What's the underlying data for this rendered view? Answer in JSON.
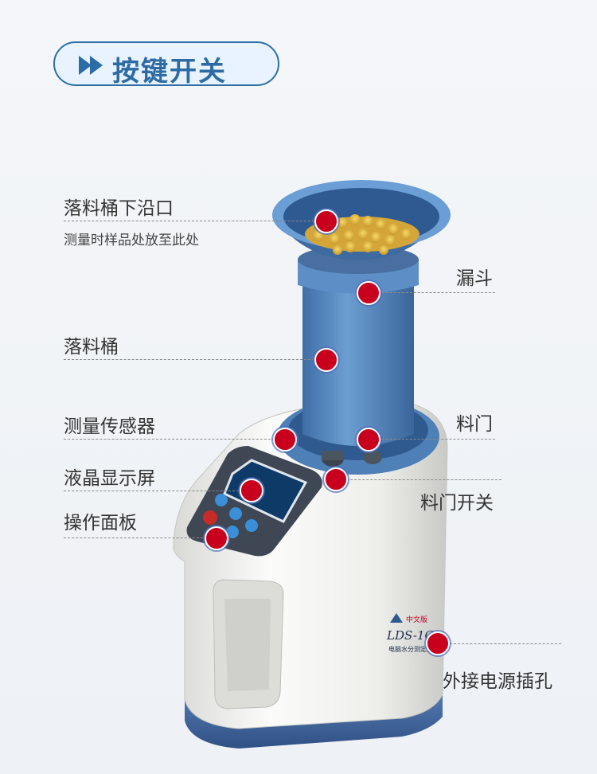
{
  "header": {
    "icon": "double-play-arrow-icon",
    "title": "按键开关",
    "colors": {
      "pill_bg": "#e8f3ff",
      "pill_border": "#2f6fa6",
      "title": "#2d6ba4"
    }
  },
  "device": {
    "model_text": "LDS-1G",
    "brand_text": "中文版",
    "name_text": "电脑水分测定仪",
    "colors": {
      "body": "#f3f3f1",
      "blue": "#4f82b8",
      "base": "#3a5f9a",
      "dot": "#c8001e"
    }
  },
  "callouts": {
    "drop_bucket_rim": {
      "title": "落料桶下沿口",
      "subtitle": "测量时样品处放至此处"
    },
    "funnel": {
      "title": "漏斗"
    },
    "drop_bucket": {
      "title": "落料桶"
    },
    "measure_sensor": {
      "title": "测量传感器"
    },
    "gate": {
      "title": "料门"
    },
    "lcd_screen": {
      "title": "液晶显示屏"
    },
    "gate_switch": {
      "title": "料门开关"
    },
    "control_panel": {
      "title": "操作面板"
    },
    "power_socket": {
      "title": "外接电源插孔"
    }
  }
}
